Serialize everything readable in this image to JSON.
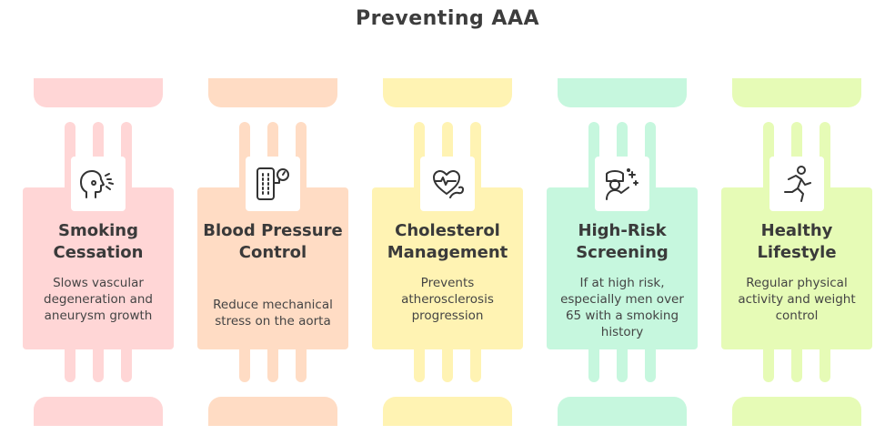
{
  "title": "Preventing AAA",
  "pillars": [
    {
      "title": "Smoking Cessation",
      "description": "Slows vascular degeneration and aneurysm growth",
      "icon": "smoking-cessation-icon",
      "colors": {
        "card": "#ffd6d6",
        "cap": "#ffd6d6",
        "flute": "#ffd6d6"
      }
    },
    {
      "title": "Blood Pressure Control",
      "description": "Reduce mechanical stress on the aorta",
      "icon": "blood-pressure-icon",
      "colors": {
        "card": "#ffdcc4",
        "cap": "#ffdcc4",
        "flute": "#ffdcc4"
      }
    },
    {
      "title": "Cholesterol Management",
      "description": "Prevents atherosclerosis progression",
      "icon": "heart-muscle-icon",
      "colors": {
        "card": "#fff3b3",
        "cap": "#fff3b3",
        "flute": "#fff3b3"
      }
    },
    {
      "title": "High-Risk Screening",
      "description": "If at high risk, especially men over 65 with a smoking history",
      "icon": "medical-screening-icon",
      "colors": {
        "card": "#c6f7de",
        "cap": "#c6f7de",
        "flute": "#c6f7de"
      }
    },
    {
      "title": "Healthy Lifestyle",
      "description": "Regular physical activity and weight control",
      "icon": "running-person-icon",
      "colors": {
        "card": "#e6fbb6",
        "cap": "#e6fbb6",
        "flute": "#e6fbb6"
      }
    }
  ]
}
